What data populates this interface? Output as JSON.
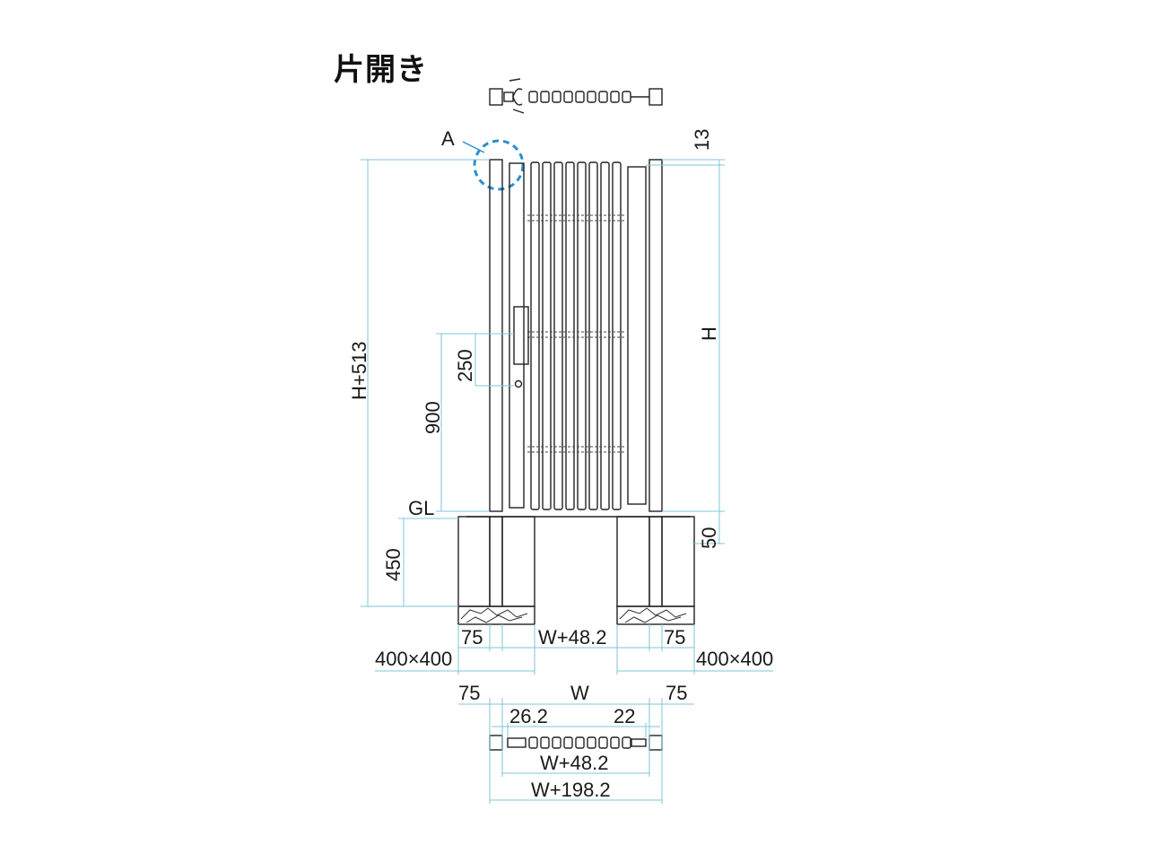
{
  "title": "片開き",
  "labels": {
    "detail_marker": "A",
    "top_gap": "13",
    "height": "H",
    "overall_height": "H+513",
    "handle_length": "250",
    "handle_height": "900",
    "ground_line": "GL",
    "post_offset": "50",
    "embed_depth": "450",
    "post_left": "75",
    "post_right": "75",
    "inner_width": "W+48.2",
    "footing_left": "400×400",
    "footing_right": "400×400",
    "plan_post_left": "75",
    "plan_width": "W",
    "plan_post_right": "75",
    "plan_gap_left": "26.2",
    "plan_gap_right": "22",
    "plan_inner_width": "W+48.2",
    "plan_overall_width": "W+198.2"
  },
  "colors": {
    "line": "#222222",
    "dimension": "#7fc6d8",
    "marker": "#2a8fd0",
    "hatch": "#333333"
  }
}
